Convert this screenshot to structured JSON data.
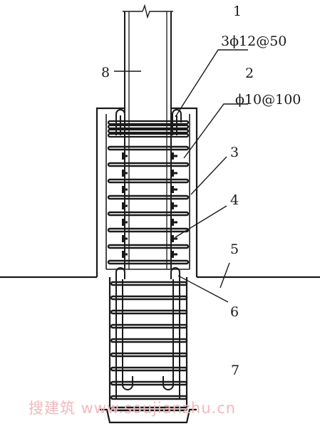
{
  "diagram": {
    "labels": {
      "l1_number": "1",
      "l1_spec": "3ϕ12@50",
      "l2_number": "2",
      "l2_spec": "ϕ10@100",
      "l3": "3",
      "l4": "4",
      "l5": "5",
      "l6": "6",
      "l7": "7",
      "l8": "8"
    },
    "colors": {
      "line": "#1a1a1a",
      "background": "#ffffff",
      "watermark": "#f2b8bd"
    }
  },
  "watermark": {
    "text": "搜建筑 www.soujianzhu.cn"
  }
}
